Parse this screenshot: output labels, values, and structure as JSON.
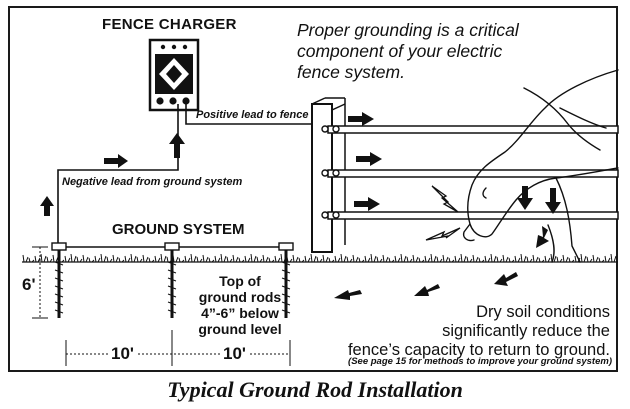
{
  "charger": {
    "title": "FENCE CHARGER"
  },
  "headline": {
    "line1": "Proper grounding is a critical",
    "line2": "component of your electric",
    "line3": "fence system."
  },
  "labels": {
    "positive_lead": "Positive lead to fence",
    "negative_lead": "Negative lead from ground system",
    "ground_system": "GROUND SYSTEM",
    "rod_depth_height": "6'",
    "rods_note": {
      "line1": "Top of",
      "line2": "ground rods",
      "line3": "4”-6” below",
      "line4": "ground level"
    },
    "spacing_1": "10'",
    "spacing_2": "10'"
  },
  "soil_note": {
    "line1": "Dry soil conditions",
    "line2": "significantly reduce the",
    "line3": "fence’s capacity to return to ground.",
    "line4": "(See page 15 for methods to improve your ground system)"
  },
  "caption": "Typical Ground Rod Installation",
  "colors": {
    "ink": "#111111",
    "background": "#ffffff"
  },
  "icons": [
    "arrow-icon",
    "lightning-bolt-icon",
    "diamond-logo-icon",
    "horse-icon"
  ]
}
